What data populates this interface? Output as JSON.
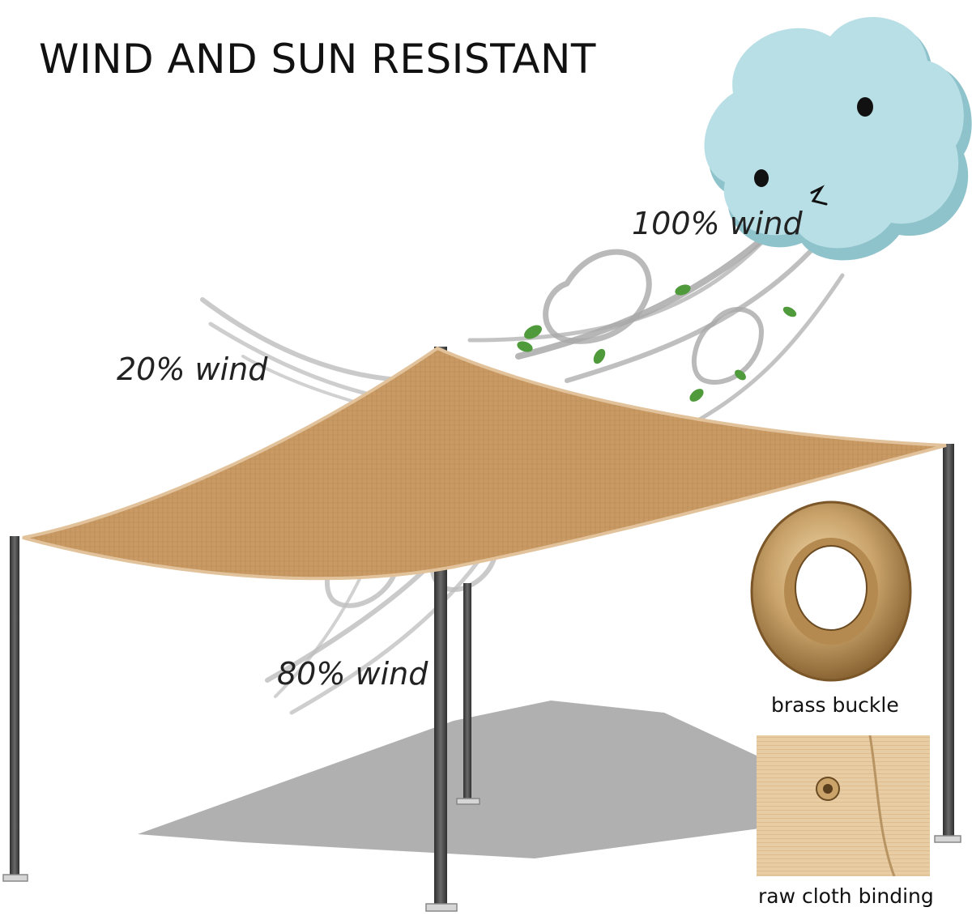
{
  "headline": "WIND AND SUN RESISTANT",
  "wind_labels": {
    "full": "100% wind",
    "reduced": "20% wind",
    "passed": "80% wind"
  },
  "insets": {
    "buckle_caption": "brass buckle",
    "binding_caption": "raw cloth binding"
  },
  "colors": {
    "sail": "#c99a64",
    "sail_edge": "#e2c29a",
    "pole": "#4a4a4a",
    "shadow": "#6f6f6f",
    "cloud": "#b9dfe6",
    "cloud_shade": "#8fc3cc",
    "wind_swirl": "#a9a9a9",
    "leaf": "#4f9a3b",
    "brass": "#c9a36a",
    "fabric": "#e8cca3"
  },
  "icons": [
    "cloud-face-icon",
    "wind-swirl-icon",
    "leaf-icon",
    "brass-grommet-icon"
  ]
}
